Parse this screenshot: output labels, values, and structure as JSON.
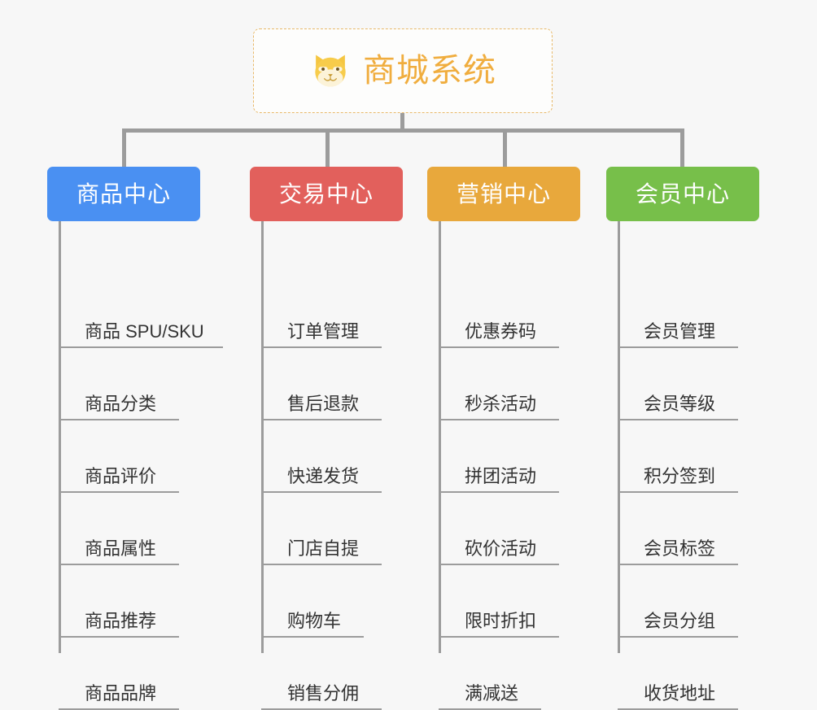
{
  "page": {
    "background_color": "#f7f7f7",
    "line_color": "#9c9c9c",
    "leaf_text_color": "#333333"
  },
  "root": {
    "title": "商城系统",
    "icon": "shiba-dog-icon",
    "text_color": "#f0ad3e",
    "border_color": "#e8b96a",
    "background_color": "#fdfdfc"
  },
  "columns": [
    {
      "title": "商品中心",
      "color": "#4a90f2",
      "items": [
        {
          "label": "商品 SPU/SKU",
          "underline_width": 202
        },
        {
          "label": "商品分类",
          "underline_width": 148
        },
        {
          "label": "商品评价",
          "underline_width": 148
        },
        {
          "label": "商品属性",
          "underline_width": 148
        },
        {
          "label": "商品推荐",
          "underline_width": 148
        },
        {
          "label": "商品品牌",
          "underline_width": 148
        }
      ]
    },
    {
      "title": "交易中心",
      "color": "#e2605c",
      "items": [
        {
          "label": "订单管理",
          "underline_width": 148
        },
        {
          "label": "售后退款",
          "underline_width": 148
        },
        {
          "label": "快递发货",
          "underline_width": 148
        },
        {
          "label": "门店自提",
          "underline_width": 148
        },
        {
          "label": "购物车",
          "underline_width": 126
        },
        {
          "label": "销售分佣",
          "underline_width": 148
        }
      ]
    },
    {
      "title": "营销中心",
      "color": "#e8a83c",
      "items": [
        {
          "label": "优惠券码",
          "underline_width": 148
        },
        {
          "label": "秒杀活动",
          "underline_width": 148
        },
        {
          "label": "拼团活动",
          "underline_width": 148
        },
        {
          "label": "砍价活动",
          "underline_width": 148
        },
        {
          "label": "限时折扣",
          "underline_width": 148
        },
        {
          "label": "满减送",
          "underline_width": 126
        }
      ]
    },
    {
      "title": "会员中心",
      "color": "#77bf4a",
      "items": [
        {
          "label": "会员管理",
          "underline_width": 148
        },
        {
          "label": "会员等级",
          "underline_width": 148
        },
        {
          "label": "积分签到",
          "underline_width": 148
        },
        {
          "label": "会员标签",
          "underline_width": 148
        },
        {
          "label": "会员分组",
          "underline_width": 148
        },
        {
          "label": "收货地址",
          "underline_width": 148
        }
      ]
    }
  ]
}
